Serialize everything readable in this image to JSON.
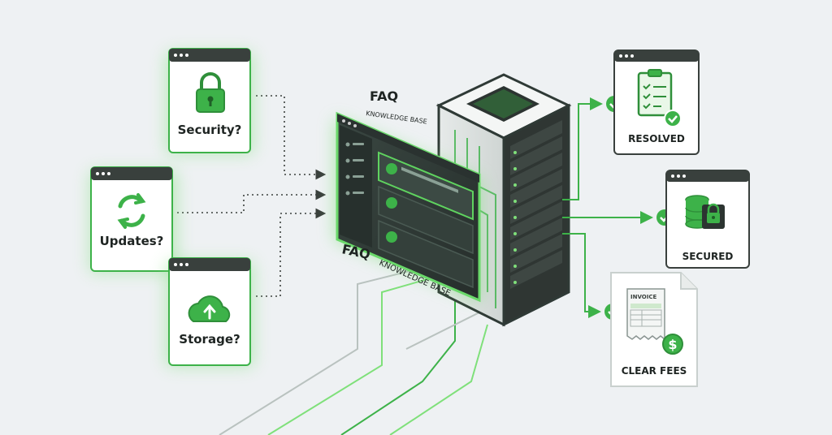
{
  "questions": [
    {
      "label": "Security?",
      "icon": "lock-icon"
    },
    {
      "label": "Updates?",
      "icon": "refresh-icon"
    },
    {
      "label": "Storage?",
      "icon": "cloud-upload-icon"
    }
  ],
  "faq_panel": {
    "title_top": "FAQ",
    "subtitle_top": "KNOWLEDGE BASE",
    "title_bottom": "FAQ",
    "subtitle_bottom": "KNOWLEDGE BASE"
  },
  "outcomes": [
    {
      "label": "RESOLVED",
      "icon": "clipboard-check-icon"
    },
    {
      "label": "SECURED",
      "icon": "database-lock-icon"
    },
    {
      "label": "CLEAR FEES",
      "icon": "invoice-dollar-icon",
      "doc_title": "INVOICE"
    }
  ],
  "colors": {
    "accent": "#3db249",
    "accent_glow": "#7fe07a",
    "dark": "#2f3a36",
    "window_frame": "#39403d"
  }
}
